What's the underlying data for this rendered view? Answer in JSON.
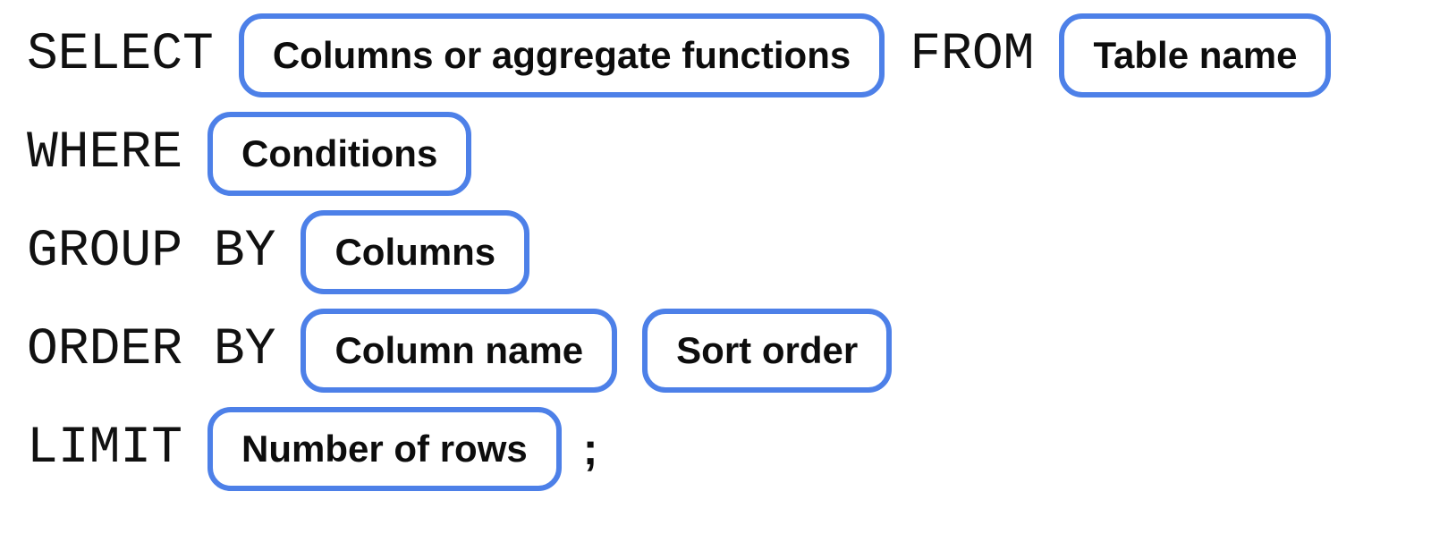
{
  "colors": {
    "box_border": "#4d80e8",
    "box_background": "#ffffff",
    "keyword_color": "#111111",
    "label_color": "#0d0d0d",
    "page_background": "#ffffff"
  },
  "syntax": {
    "select_keyword": "SELECT",
    "select_placeholder": "Columns or aggregate functions",
    "from_keyword": "FROM",
    "from_placeholder": "Table name",
    "where_keyword": "WHERE",
    "where_placeholder": "Conditions",
    "group_by_keyword": "GROUP BY",
    "group_by_placeholder": "Columns",
    "order_by_keyword": "ORDER BY",
    "order_by_placeholder_column": "Column name",
    "order_by_placeholder_sort": "Sort order",
    "limit_keyword": "LIMIT",
    "limit_placeholder": "Number of rows",
    "statement_terminator": ";"
  }
}
